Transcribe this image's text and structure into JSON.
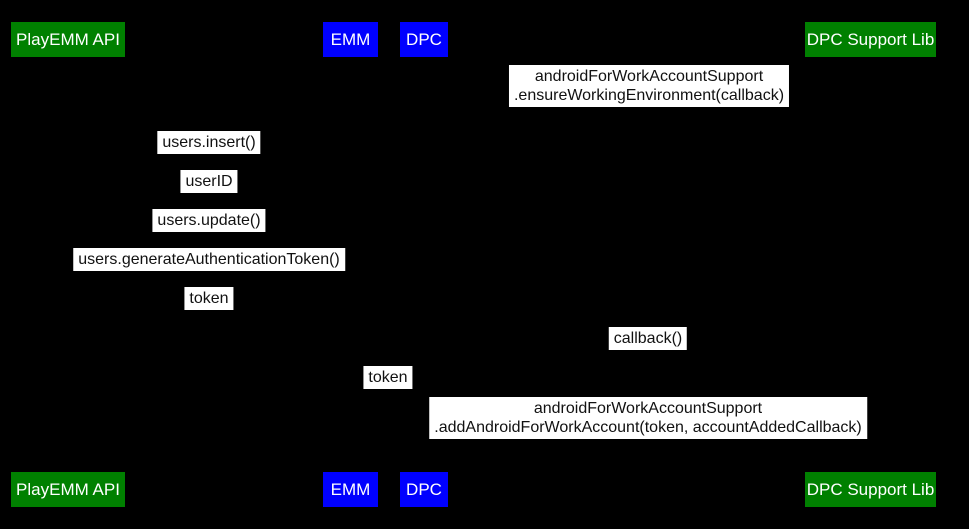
{
  "diagram": {
    "type": "sequence-diagram",
    "colors": {
      "background": "#000000",
      "actor_green": "#008000",
      "actor_blue": "#0000ff",
      "label_background": "#ffffff",
      "label_text": "#111111",
      "actor_text": "#ffffff"
    },
    "actors": {
      "playemm": {
        "label": "PlayEMM API"
      },
      "emm": {
        "label": "EMM"
      },
      "dpc": {
        "label": "DPC"
      },
      "dpcsupport": {
        "label": "DPC Support Lib"
      }
    },
    "messages": {
      "ensure_environment": {
        "line1": "androidForWorkAccountSupport",
        "line2": ".ensureWorkingEnvironment(callback)",
        "from": "DPC",
        "to": "DPC Support Lib"
      },
      "users_insert": {
        "text": "users.insert()",
        "from": "EMM",
        "to": "PlayEMM API"
      },
      "user_id": {
        "text": "userID",
        "from": "PlayEMM API",
        "to": "EMM"
      },
      "users_update": {
        "text": "users.update()",
        "from": "EMM",
        "to": "PlayEMM API"
      },
      "users_generate_token": {
        "text": "users.generateAuthenticationToken()",
        "from": "EMM",
        "to": "PlayEMM API"
      },
      "token_return": {
        "text": "token",
        "from": "PlayEMM API",
        "to": "EMM"
      },
      "callback": {
        "text": "callback()",
        "from": "DPC Support Lib",
        "to": "DPC"
      },
      "token_forward": {
        "text": "token",
        "from": "EMM",
        "to": "DPC"
      },
      "add_account": {
        "line1": "androidForWorkAccountSupport",
        "line2": ".addAndroidForWorkAccount(token, accountAddedCallback)",
        "from": "DPC",
        "to": "DPC Support Lib"
      }
    }
  }
}
